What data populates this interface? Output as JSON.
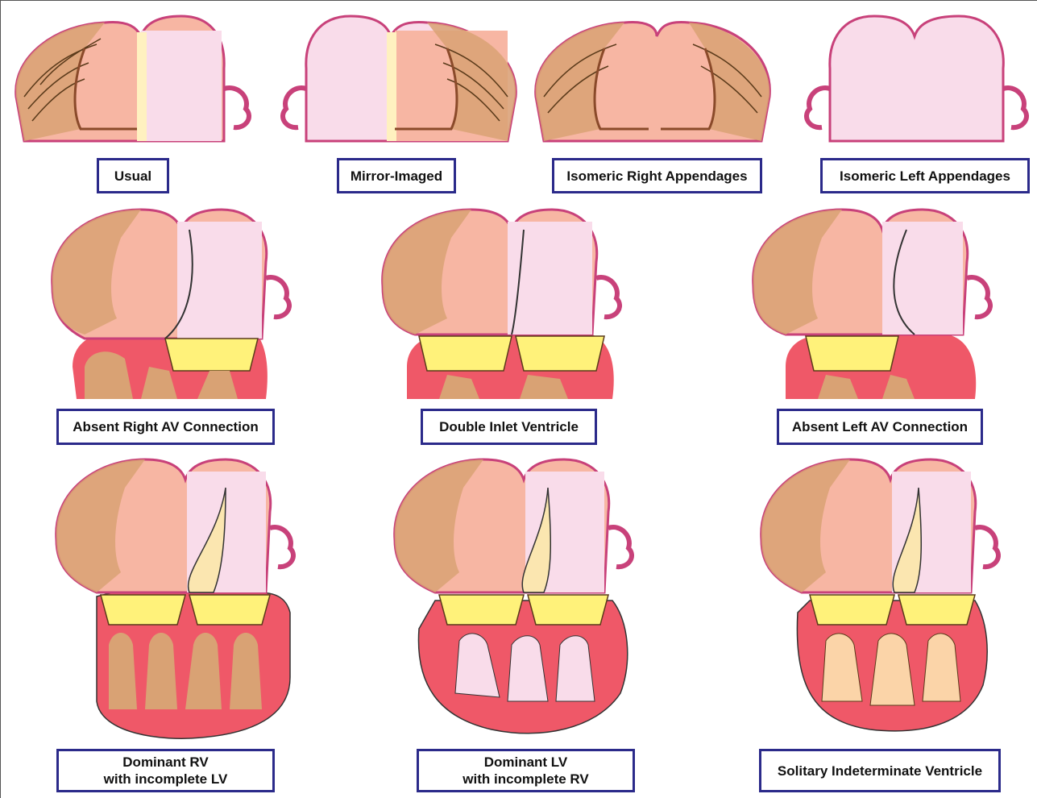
{
  "colors": {
    "right_atrium": "#f7b6a3",
    "left_atrium": "#f9dcea",
    "appendage_trabeculae": "#d9a274",
    "outline": "#c8417a",
    "ventricle_wall": "#ef5868",
    "valve": "#fff27a",
    "label_border": "#2b2a8a"
  },
  "labels": {
    "usual": "Usual",
    "mirror_imaged": "Mirror-Imaged",
    "isomeric_right": "Isomeric Right Appendages",
    "isomeric_left": "Isomeric Left Appendages",
    "absent_right_av": "Absent Right AV Connection",
    "double_inlet": "Double Inlet Ventricle",
    "absent_left_av": "Absent Left AV Connection",
    "dominant_rv": "Dominant RV\nwith incomplete LV",
    "dominant_lv": "Dominant LV\nwith incomplete RV",
    "solitary": "Solitary Indeterminate Ventricle"
  }
}
